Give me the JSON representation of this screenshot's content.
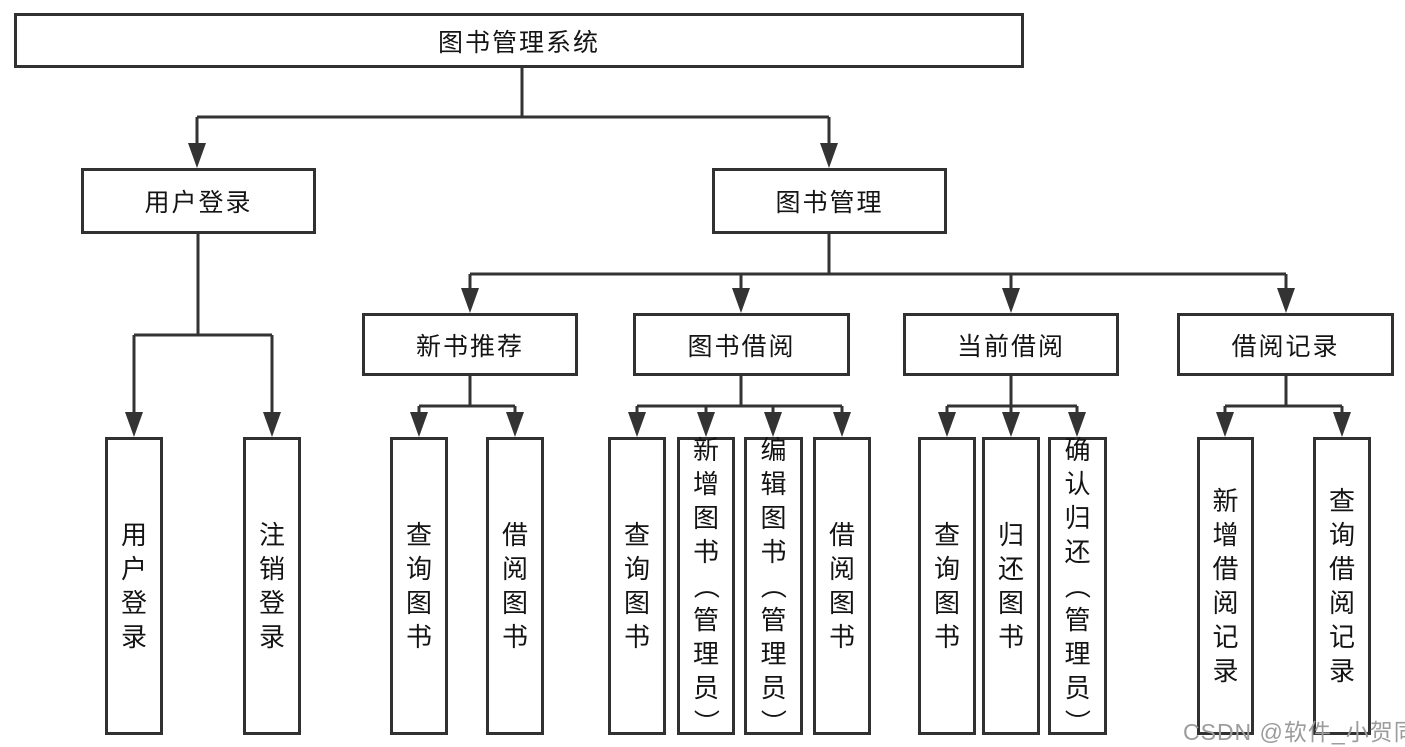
{
  "diagram": {
    "root": "图书管理系统",
    "branches": [
      {
        "label": "用户登录",
        "children": [
          "用户登录",
          "注销登录"
        ]
      },
      {
        "label": "图书管理",
        "children": [
          {
            "label": "新书推荐",
            "children": [
              "查询图书",
              "借阅图书"
            ]
          },
          {
            "label": "图书借阅",
            "children": [
              "查询图书",
              "新增图书（管理员）",
              "编辑图书（管理员）",
              "借阅图书"
            ]
          },
          {
            "label": "当前借阅",
            "children": [
              "查询图书",
              "归还图书",
              "确认归还（管理员）"
            ]
          },
          {
            "label": "借阅记录",
            "children": [
              "新增借阅记录",
              "查询借阅记录"
            ]
          }
        ]
      }
    ]
  },
  "watermark": {
    "text": "CSDN @软件_小贺同学"
  },
  "colors": {
    "line": "#333333",
    "box_border": "#313131",
    "text": "#141414",
    "watermark": "#9c9c9c",
    "background": "#ffffff"
  }
}
